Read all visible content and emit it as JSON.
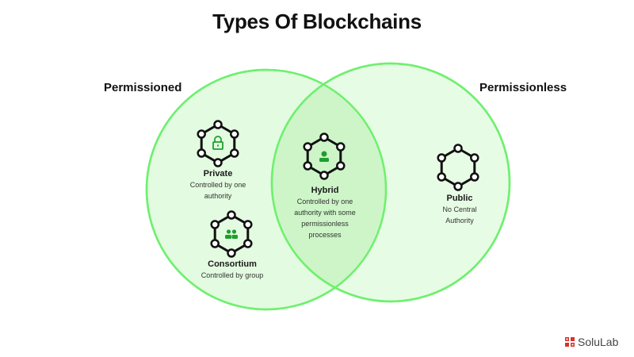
{
  "title": "Types Of Blockchains",
  "sets": {
    "left": {
      "label": "Permissioned"
    },
    "right": {
      "label": "Permissionless"
    }
  },
  "colors": {
    "circle_stroke": "#6ef06e",
    "circle_fill": "#e3fbe0",
    "overlap_fill": "#cdf5c8",
    "hex_stroke": "#111111",
    "icon_green": "#1f9e2e",
    "logo_red": "#d9312b"
  },
  "nodes": [
    {
      "id": "private",
      "name": "Private",
      "desc": [
        "Controlled by one",
        "authority"
      ],
      "icon": "lock-icon",
      "region": "permissioned"
    },
    {
      "id": "consortium",
      "name": "Consortium",
      "desc": [
        "Controlled by group"
      ],
      "icon": "group-icon",
      "region": "permissioned"
    },
    {
      "id": "hybrid",
      "name": "Hybrid",
      "desc": [
        "Controlled by one",
        "authority with some",
        "permissionless",
        "processes"
      ],
      "icon": "user-icon",
      "region": "overlap"
    },
    {
      "id": "public",
      "name": "Public",
      "desc": [
        "No Central",
        "Authority"
      ],
      "icon": "none",
      "region": "permissionless"
    }
  ],
  "logo": {
    "text": "SoluLab"
  }
}
